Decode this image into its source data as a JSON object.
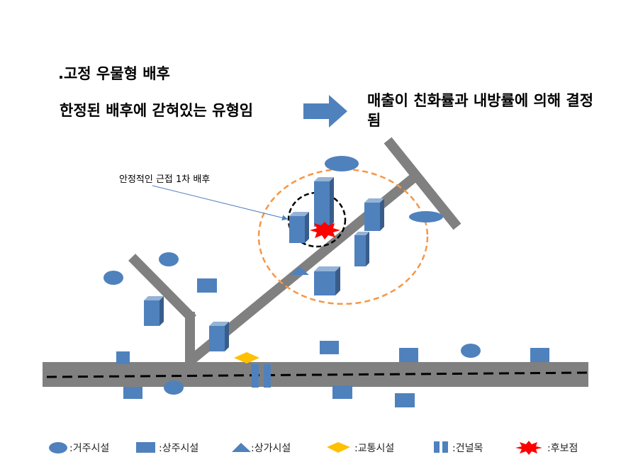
{
  "title": ".고정 우물형  배후",
  "description_left": "한정된 배후에 갇혀있는 유형임",
  "description_right": "매출이 친화률과 내방률에 의해 결정됨",
  "callout": "안정적인 근접 1차 배후",
  "legend": [
    {
      "label": ":거주시설",
      "icon": "ellipse-icon"
    },
    {
      "label": ":상주시설",
      "icon": "square-icon"
    },
    {
      "label": ":상가시설",
      "icon": "triangle-icon"
    },
    {
      "label": ":교통시설",
      "icon": "diamond-icon"
    },
    {
      "label": ":건널목",
      "icon": "crosswalk-icon"
    },
    {
      "label": ":후보점",
      "icon": "starburst-icon"
    }
  ],
  "colors": {
    "facility_blue": "#4f81bd",
    "facility_dark": "#385d8a",
    "road_gray": "#808080",
    "trade_area_orange": "#f79646",
    "candidate_red": "#ff0000",
    "transit_yellow": "#ffc000"
  }
}
